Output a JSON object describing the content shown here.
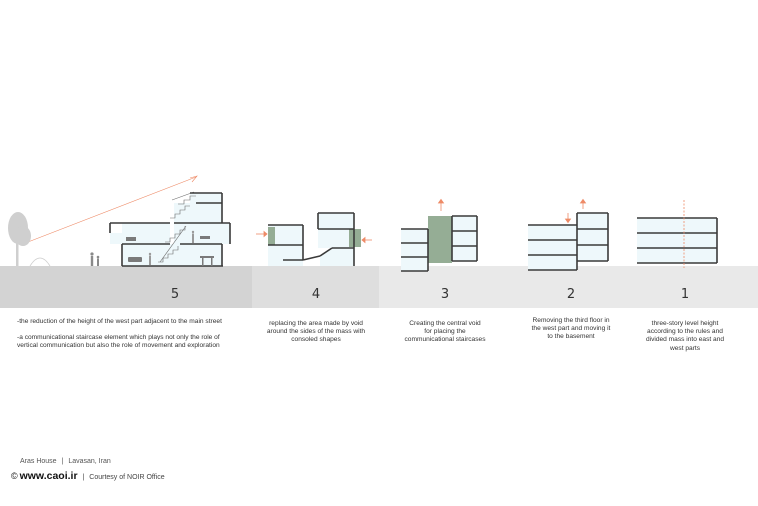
{
  "steps": [
    {
      "number": "5",
      "lines": [
        "-the reduction of the height of the west part adjacent to the main street",
        "",
        "-a communicational staircase element which  plays not only the role of",
        "vertical communication but also the role of movement and exploration"
      ]
    },
    {
      "number": "4",
      "lines": [
        "replacing the area made by  void",
        "around the sides of the mass with",
        "consoled shapes"
      ]
    },
    {
      "number": "3",
      "lines": [
        "Creating the central void",
        "for placing the",
        "communicational staircases"
      ]
    },
    {
      "number": "2",
      "lines": [
        "Removing the third floor in",
        "the west part and moving it",
        "to the basement"
      ]
    },
    {
      "number": "1",
      "lines": [
        "three-story level height",
        "according to the rules and",
        "divided mass into east and",
        "west parts"
      ]
    }
  ],
  "footer": {
    "project": "Aras House",
    "separator": "|",
    "location": "Lavasan, Iran",
    "copyright_symbol": "©",
    "website": "www.caoi.ir",
    "credit": "Courtesy of NOIR Office"
  },
  "colors": {
    "ground_dark": "#d3d3d3",
    "ground_mid": "#dedede",
    "ground_light": "#e9e9e9",
    "building_fill": "#eef8fb",
    "wall_stroke": "#3a3a3a",
    "void_green": "#95ad95",
    "arrow_orange": "#ee8a66"
  }
}
